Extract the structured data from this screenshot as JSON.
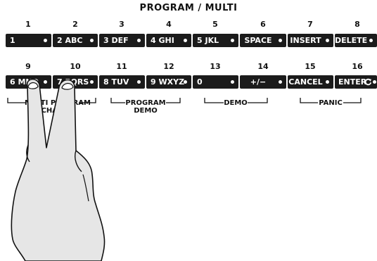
{
  "title": "PROGRAM / MULTI",
  "row1": [
    {
      "num": "1",
      "label": "1"
    },
    {
      "num": "2",
      "label": "2 ABC"
    },
    {
      "num": "3",
      "label": "3 DEF"
    },
    {
      "num": "4",
      "label": "4 GHI"
    },
    {
      "num": "5",
      "label": "5 JKL"
    },
    {
      "num": "6",
      "label": "SPACE"
    },
    {
      "num": "7",
      "label": "INSERT"
    },
    {
      "num": "8",
      "label": "DELETE"
    }
  ],
  "row2": [
    {
      "num": "9",
      "label": "6 MNO"
    },
    {
      "num": "10",
      "label": "7 PQRS"
    },
    {
      "num": "11",
      "label": "8 TUV"
    },
    {
      "num": "12",
      "label": "9 WXYZ"
    },
    {
      "num": "13",
      "label": "0"
    },
    {
      "num": "14",
      "label": "+/−"
    },
    {
      "num": "15",
      "label": "CANCEL"
    },
    {
      "num": "16",
      "label": "ENTER"
    }
  ],
  "groups": [
    {
      "label": "MULTI PROGRAM\nCHANGE"
    },
    {
      "label": "PROGRAM\nDEMO"
    },
    {
      "label": "DEMO"
    },
    {
      "label": "PANIC"
    }
  ]
}
